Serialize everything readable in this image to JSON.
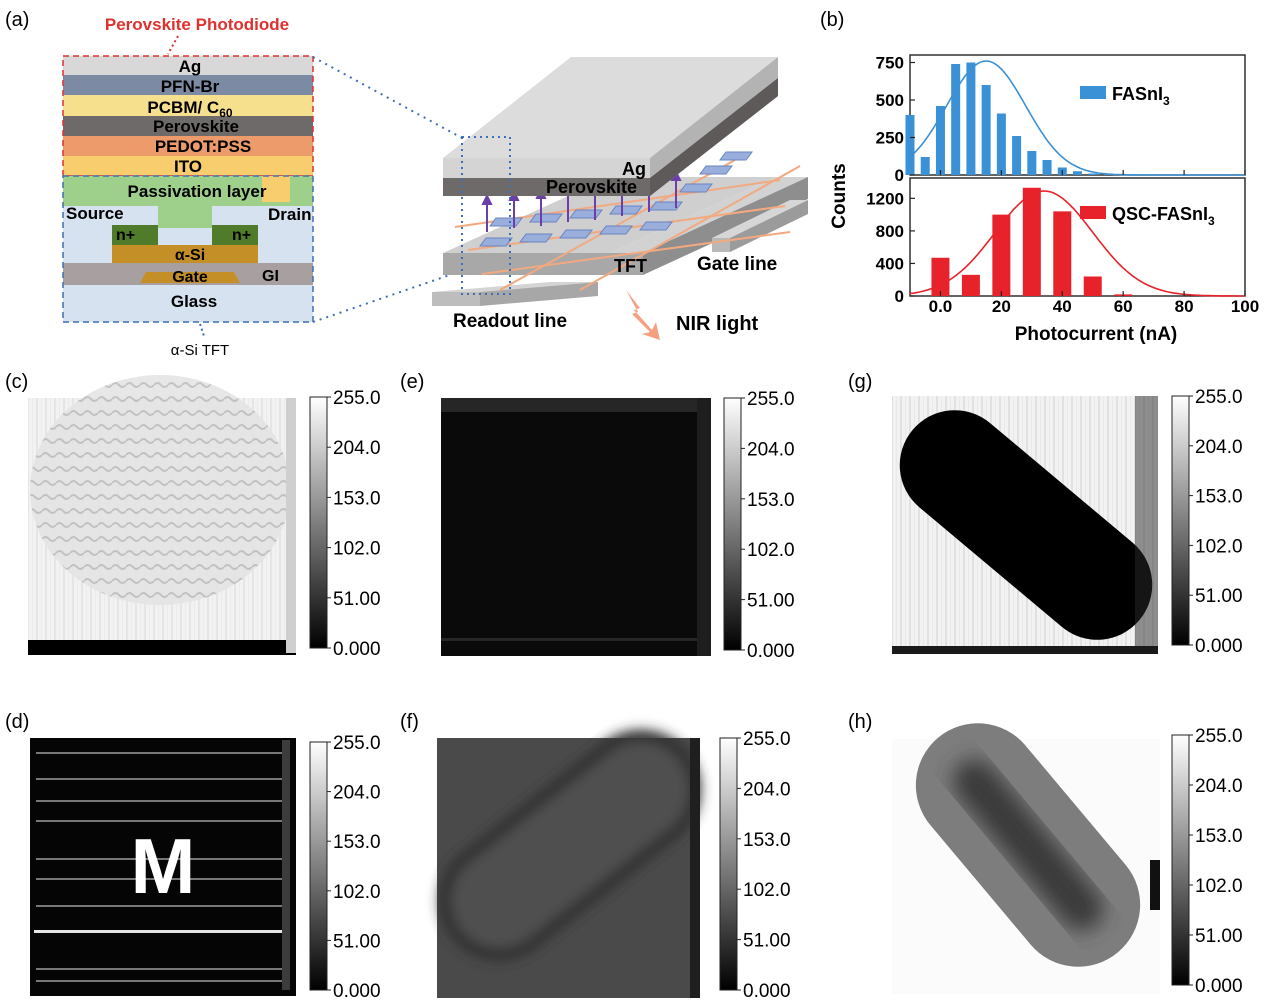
{
  "panel_labels": [
    "(a)",
    "(b)",
    "(c)",
    "(d)",
    "(e)",
    "(f)",
    "(g)",
    "(h)"
  ],
  "panel_a": {
    "stack_title": "Perovskite Photodiode",
    "layers": [
      "Ag",
      "PFN-Br",
      "PCBM/ C60",
      "Perovskite",
      "PEDOT:PSS",
      "ITO",
      "Passivation layer"
    ],
    "pcbm_text": "PCBM/ C",
    "pcbm_sub": "60",
    "tft": {
      "source": "Source",
      "drain": "Drain",
      "n_left": "n+",
      "n_right": "n+",
      "asi": "α-Si",
      "gate": "Gate",
      "gi": "GI",
      "glass": "Glass"
    },
    "tft_title": "α-Si TFT",
    "device_3d": {
      "ag": "Ag",
      "perovskite": "Perovskite",
      "tft": "TFT",
      "gate_line": "Gate line",
      "readout_line": "Readout line",
      "nir_light": "NIR light"
    }
  },
  "colors": {
    "ag": "#d8d8d8",
    "pfnbr": "#7d8aa3",
    "pcbm": "#f6e08e",
    "perovskite": "#6f6a6a",
    "pedot": "#ee9b6b",
    "ito": "#f8cd6e",
    "passivation": "#9fd08b",
    "nplus": "#4f7b2a",
    "asi": "#c48f27",
    "gate": "#c48f27",
    "gi": "#a8a0a0",
    "glass": "#d6e2f0",
    "tft_bg": "#d6e2f0",
    "fasni3": "#3a91d6",
    "qsc": "#e8222a",
    "red_label": "#e0312f",
    "dotted_blue": "#3d6fb6"
  },
  "chart_data": [
    {
      "type": "bar",
      "legend": "FASnI3",
      "legend_text": "FASnI",
      "legend_sub": "3",
      "x": [
        -10,
        -5,
        0,
        5,
        10,
        15,
        20,
        25,
        30,
        35,
        40,
        45,
        50,
        55
      ],
      "values": [
        400,
        120,
        460,
        740,
        750,
        600,
        410,
        260,
        160,
        100,
        50,
        25,
        10,
        5
      ],
      "fit_mean": 15,
      "fit_sigma": 13,
      "fit_peak": 760,
      "yticks": [
        0,
        250,
        500,
        750
      ],
      "ylim": [
        0,
        800
      ],
      "xlim": [
        -10,
        100
      ]
    },
    {
      "type": "bar",
      "legend": "QSC-FASnI3",
      "legend_text": "QSC-FASnI",
      "legend_sub": "3",
      "x": [
        0,
        10,
        20,
        30,
        40,
        50,
        60
      ],
      "values": [
        470,
        260,
        1000,
        1330,
        1040,
        240,
        20
      ],
      "fit_mean": 34,
      "fit_sigma": 16,
      "fit_peak": 1290,
      "yticks": [
        0,
        400,
        800,
        1200
      ],
      "ylim": [
        0,
        1450
      ],
      "xlim": [
        -10,
        100
      ]
    }
  ],
  "chart_axes": {
    "ylabel": "Counts",
    "xlabel": "Photocurrent (nA)",
    "xticks": [
      "0.0",
      "20",
      "40",
      "60",
      "80",
      "100"
    ]
  },
  "colorbar_ticks": [
    "255.0",
    "204.0",
    "153.0",
    "102.0",
    "51.00",
    "0.000"
  ],
  "image_panels": {
    "d_letter": "M"
  }
}
